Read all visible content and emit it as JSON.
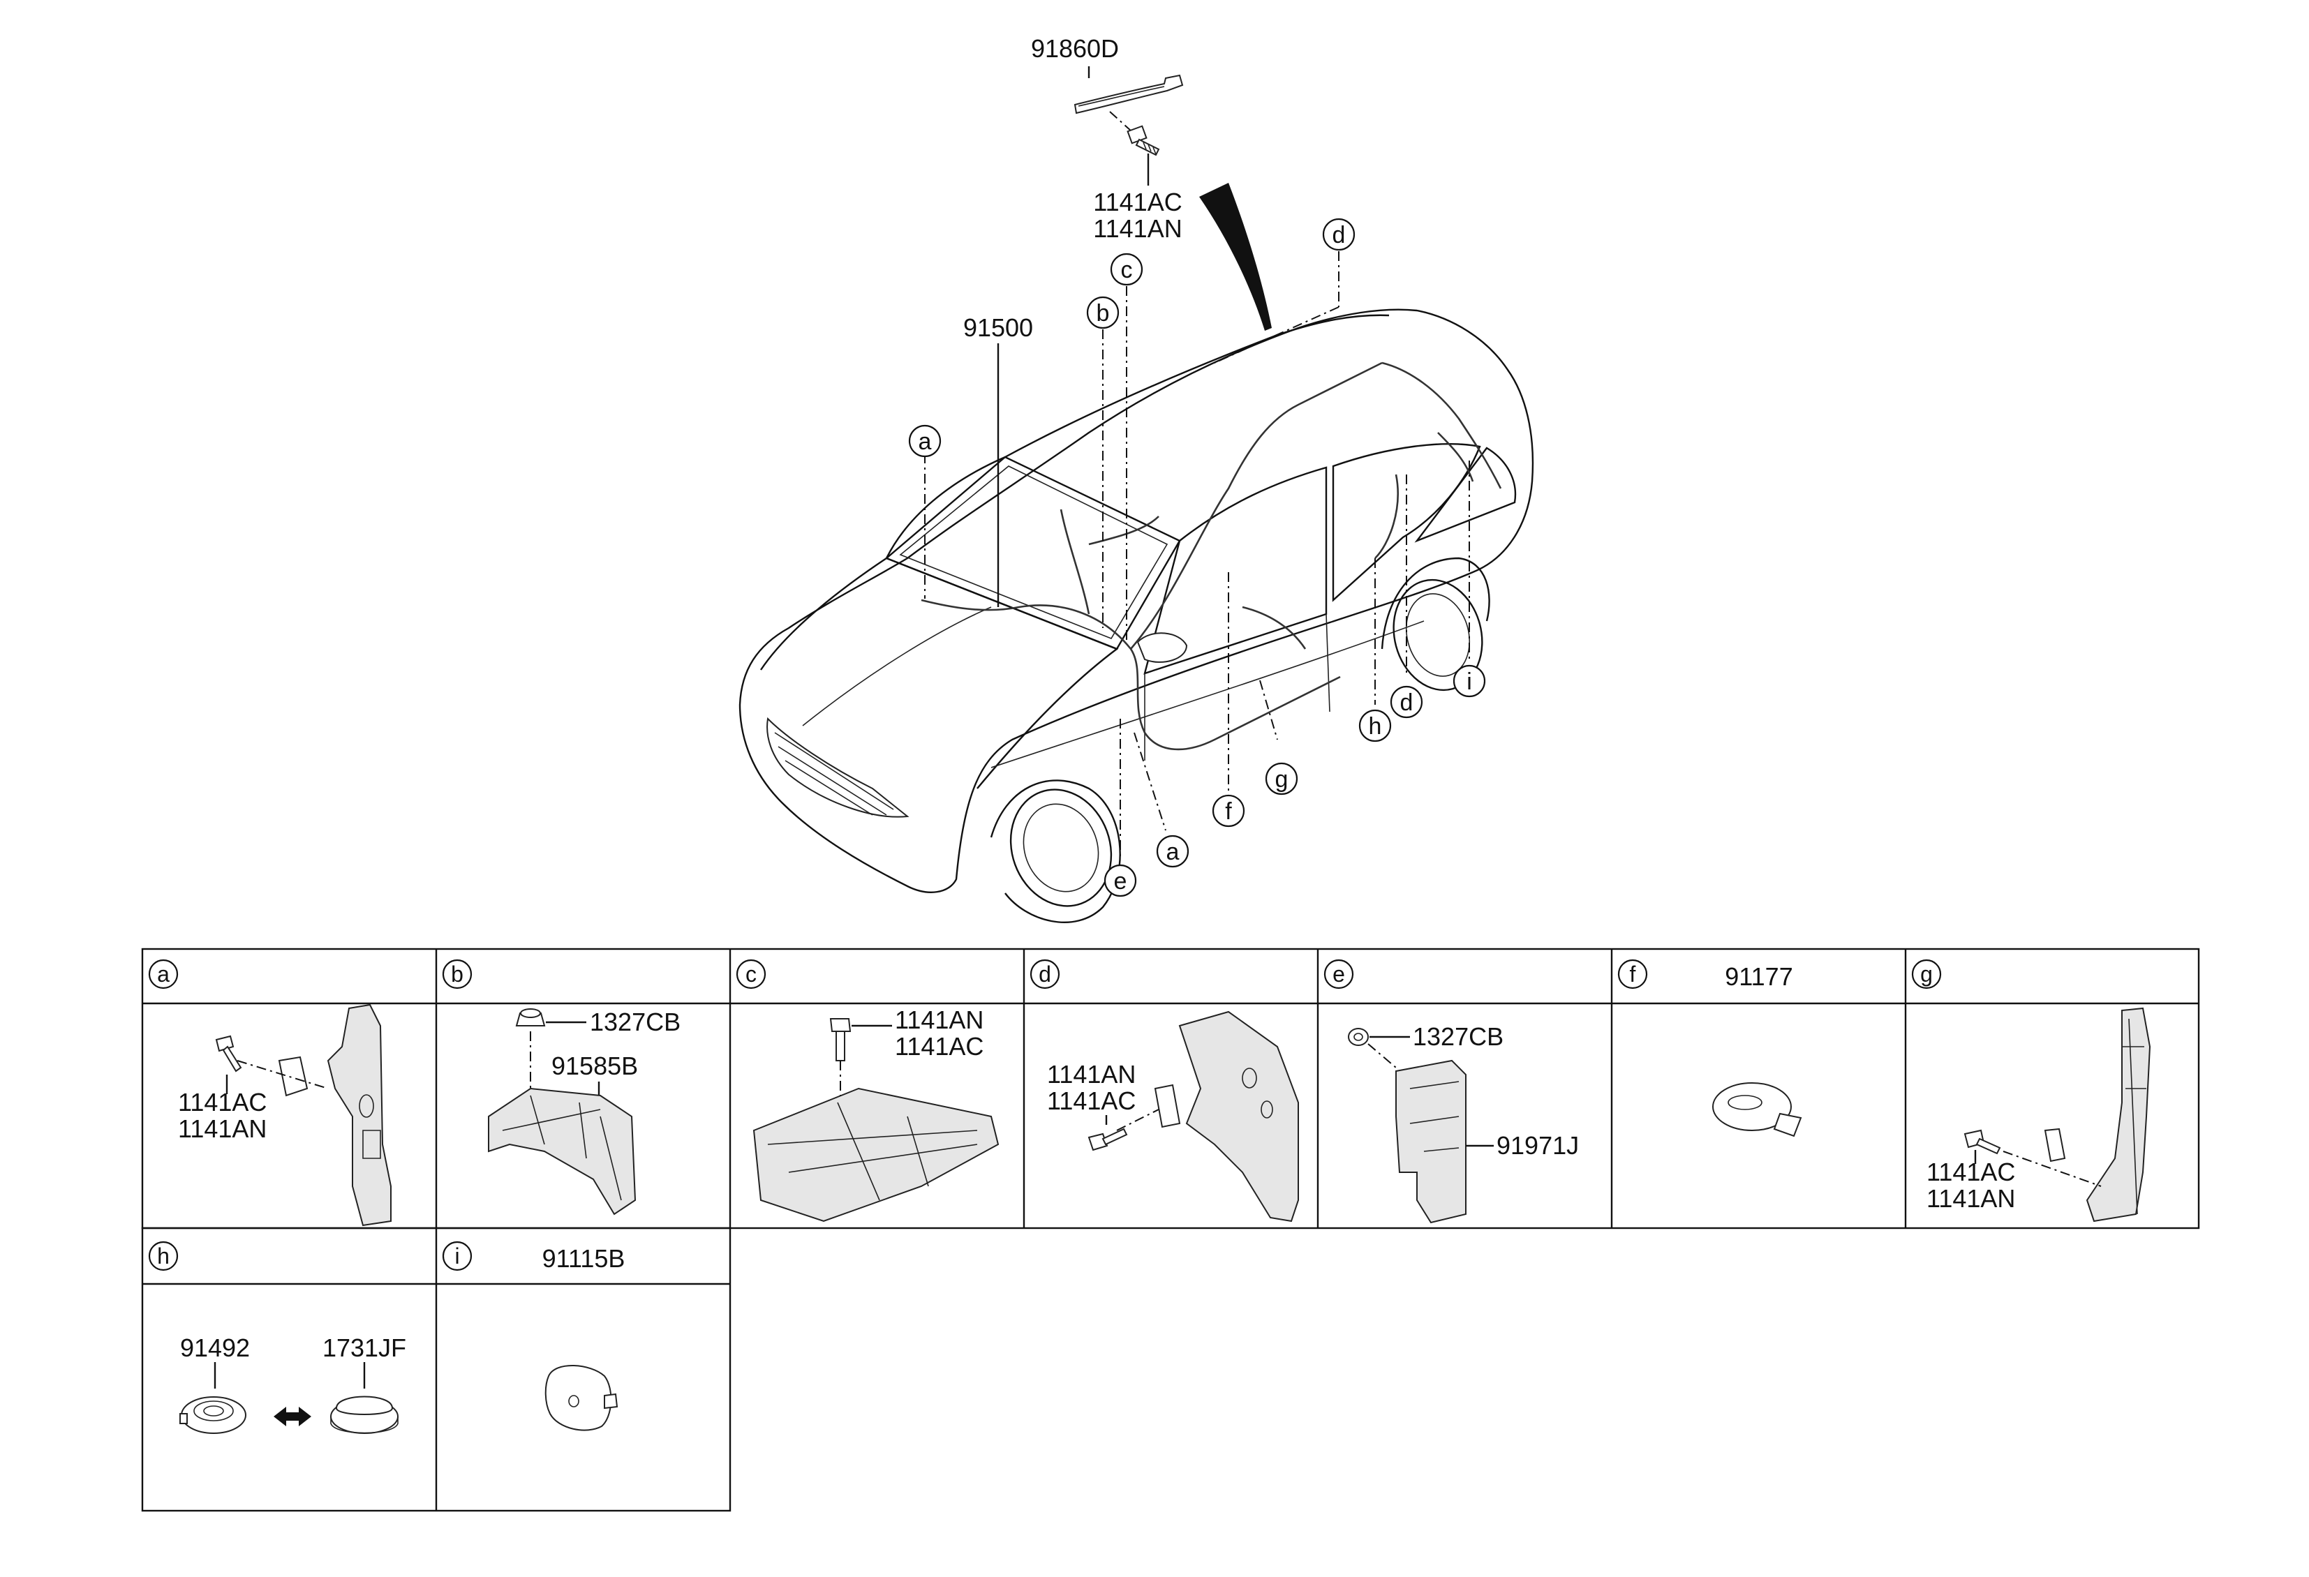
{
  "main": {
    "top_part": "91860D",
    "bolt_code_1": "1141AC",
    "bolt_code_2": "1141AN",
    "harness_label": "91500",
    "callouts": {
      "a_top": "a",
      "b": "b",
      "c": "c",
      "d_top": "d",
      "e": "e",
      "a_bottom": "a",
      "f": "f",
      "g": "g",
      "h": "h",
      "d_bottom": "d",
      "i": "i"
    }
  },
  "table": {
    "cells": {
      "a": {
        "letter": "a",
        "title": "",
        "labels": [
          "1141AC",
          "1141AN"
        ]
      },
      "b": {
        "letter": "b",
        "title": "",
        "labels": [
          "1327CB",
          "91585B"
        ]
      },
      "c": {
        "letter": "c",
        "title": "",
        "labels": [
          "1141AN",
          "1141AC"
        ]
      },
      "d": {
        "letter": "d",
        "title": "",
        "labels": [
          "1141AN",
          "1141AC"
        ]
      },
      "e": {
        "letter": "e",
        "title": "",
        "labels": [
          "1327CB",
          "91971J"
        ]
      },
      "f": {
        "letter": "f",
        "title": "91177",
        "labels": []
      },
      "g": {
        "letter": "g",
        "title": "",
        "labels": [
          "1141AC",
          "1141AN"
        ]
      },
      "h": {
        "letter": "h",
        "title": "",
        "labels": [
          "91492",
          "1731JF"
        ]
      },
      "i": {
        "letter": "i",
        "title": "91115B",
        "labels": []
      }
    }
  }
}
